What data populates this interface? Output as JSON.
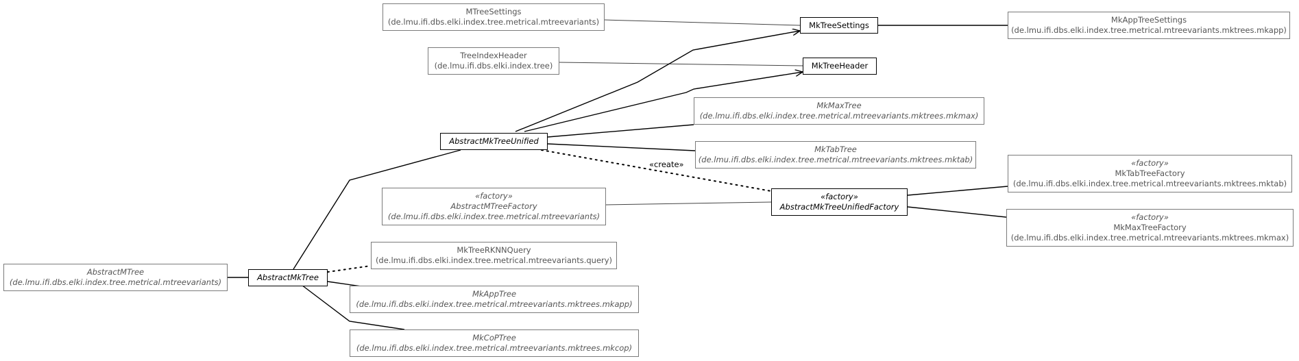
{
  "diagram": {
    "nodes": {
      "MTreeSettings": {
        "name": "MTreeSettings",
        "pkg": "(de.lmu.ifi.dbs.elki.index.tree.metrical.mtreevariants)"
      },
      "MkTreeSettings": {
        "name": "MkTreeSettings"
      },
      "MkAppTreeSettings": {
        "name": "MkAppTreeSettings",
        "pkg": "(de.lmu.ifi.dbs.elki.index.tree.metrical.mtreevariants.mktrees.mkapp)"
      },
      "TreeIndexHeader": {
        "name": "TreeIndexHeader",
        "pkg": "(de.lmu.ifi.dbs.elki.index.tree)"
      },
      "MkTreeHeader": {
        "name": "MkTreeHeader"
      },
      "MkMaxTree": {
        "name": "MkMaxTree",
        "pkg": "(de.lmu.ifi.dbs.elki.index.tree.metrical.mtreevariants.mktrees.mkmax)"
      },
      "AbstractMkTreeUnified": {
        "name": "AbstractMkTreeUnified"
      },
      "MkTabTree": {
        "name": "MkTabTree",
        "pkg": "(de.lmu.ifi.dbs.elki.index.tree.metrical.mtreevariants.mktrees.mktab)"
      },
      "MkTabTreeFactory": {
        "stereo": "«factory»",
        "name": "MkTabTreeFactory",
        "pkg": "(de.lmu.ifi.dbs.elki.index.tree.metrical.mtreevariants.mktrees.mktab)"
      },
      "AbstractMTreeFactory": {
        "stereo": "«factory»",
        "name": "AbstractMTreeFactory",
        "pkg": "(de.lmu.ifi.dbs.elki.index.tree.metrical.mtreevariants)"
      },
      "AbstractMkTreeUnifiedFactory": {
        "stereo": "«factory»",
        "name": "AbstractMkTreeUnifiedFactory"
      },
      "MkMaxTreeFactory": {
        "stereo": "«factory»",
        "name": "MkMaxTreeFactory",
        "pkg": "(de.lmu.ifi.dbs.elki.index.tree.metrical.mtreevariants.mktrees.mkmax)"
      },
      "MkTreeRKNNQuery": {
        "name": "MkTreeRKNNQuery",
        "pkg": "(de.lmu.ifi.dbs.elki.index.tree.metrical.mtreevariants.query)"
      },
      "AbstractMTree": {
        "name": "AbstractMTree",
        "pkg": "(de.lmu.ifi.dbs.elki.index.tree.metrical.mtreevariants)"
      },
      "AbstractMkTree": {
        "name": "AbstractMkTree"
      },
      "MkAppTree": {
        "name": "MkAppTree",
        "pkg": "(de.lmu.ifi.dbs.elki.index.tree.metrical.mtreevariants.mktrees.mkapp)"
      },
      "MkCoPTree": {
        "name": "MkCoPTree",
        "pkg": "(de.lmu.ifi.dbs.elki.index.tree.metrical.mtreevariants.mktrees.mkcop)"
      }
    },
    "create_label": "«create»"
  }
}
